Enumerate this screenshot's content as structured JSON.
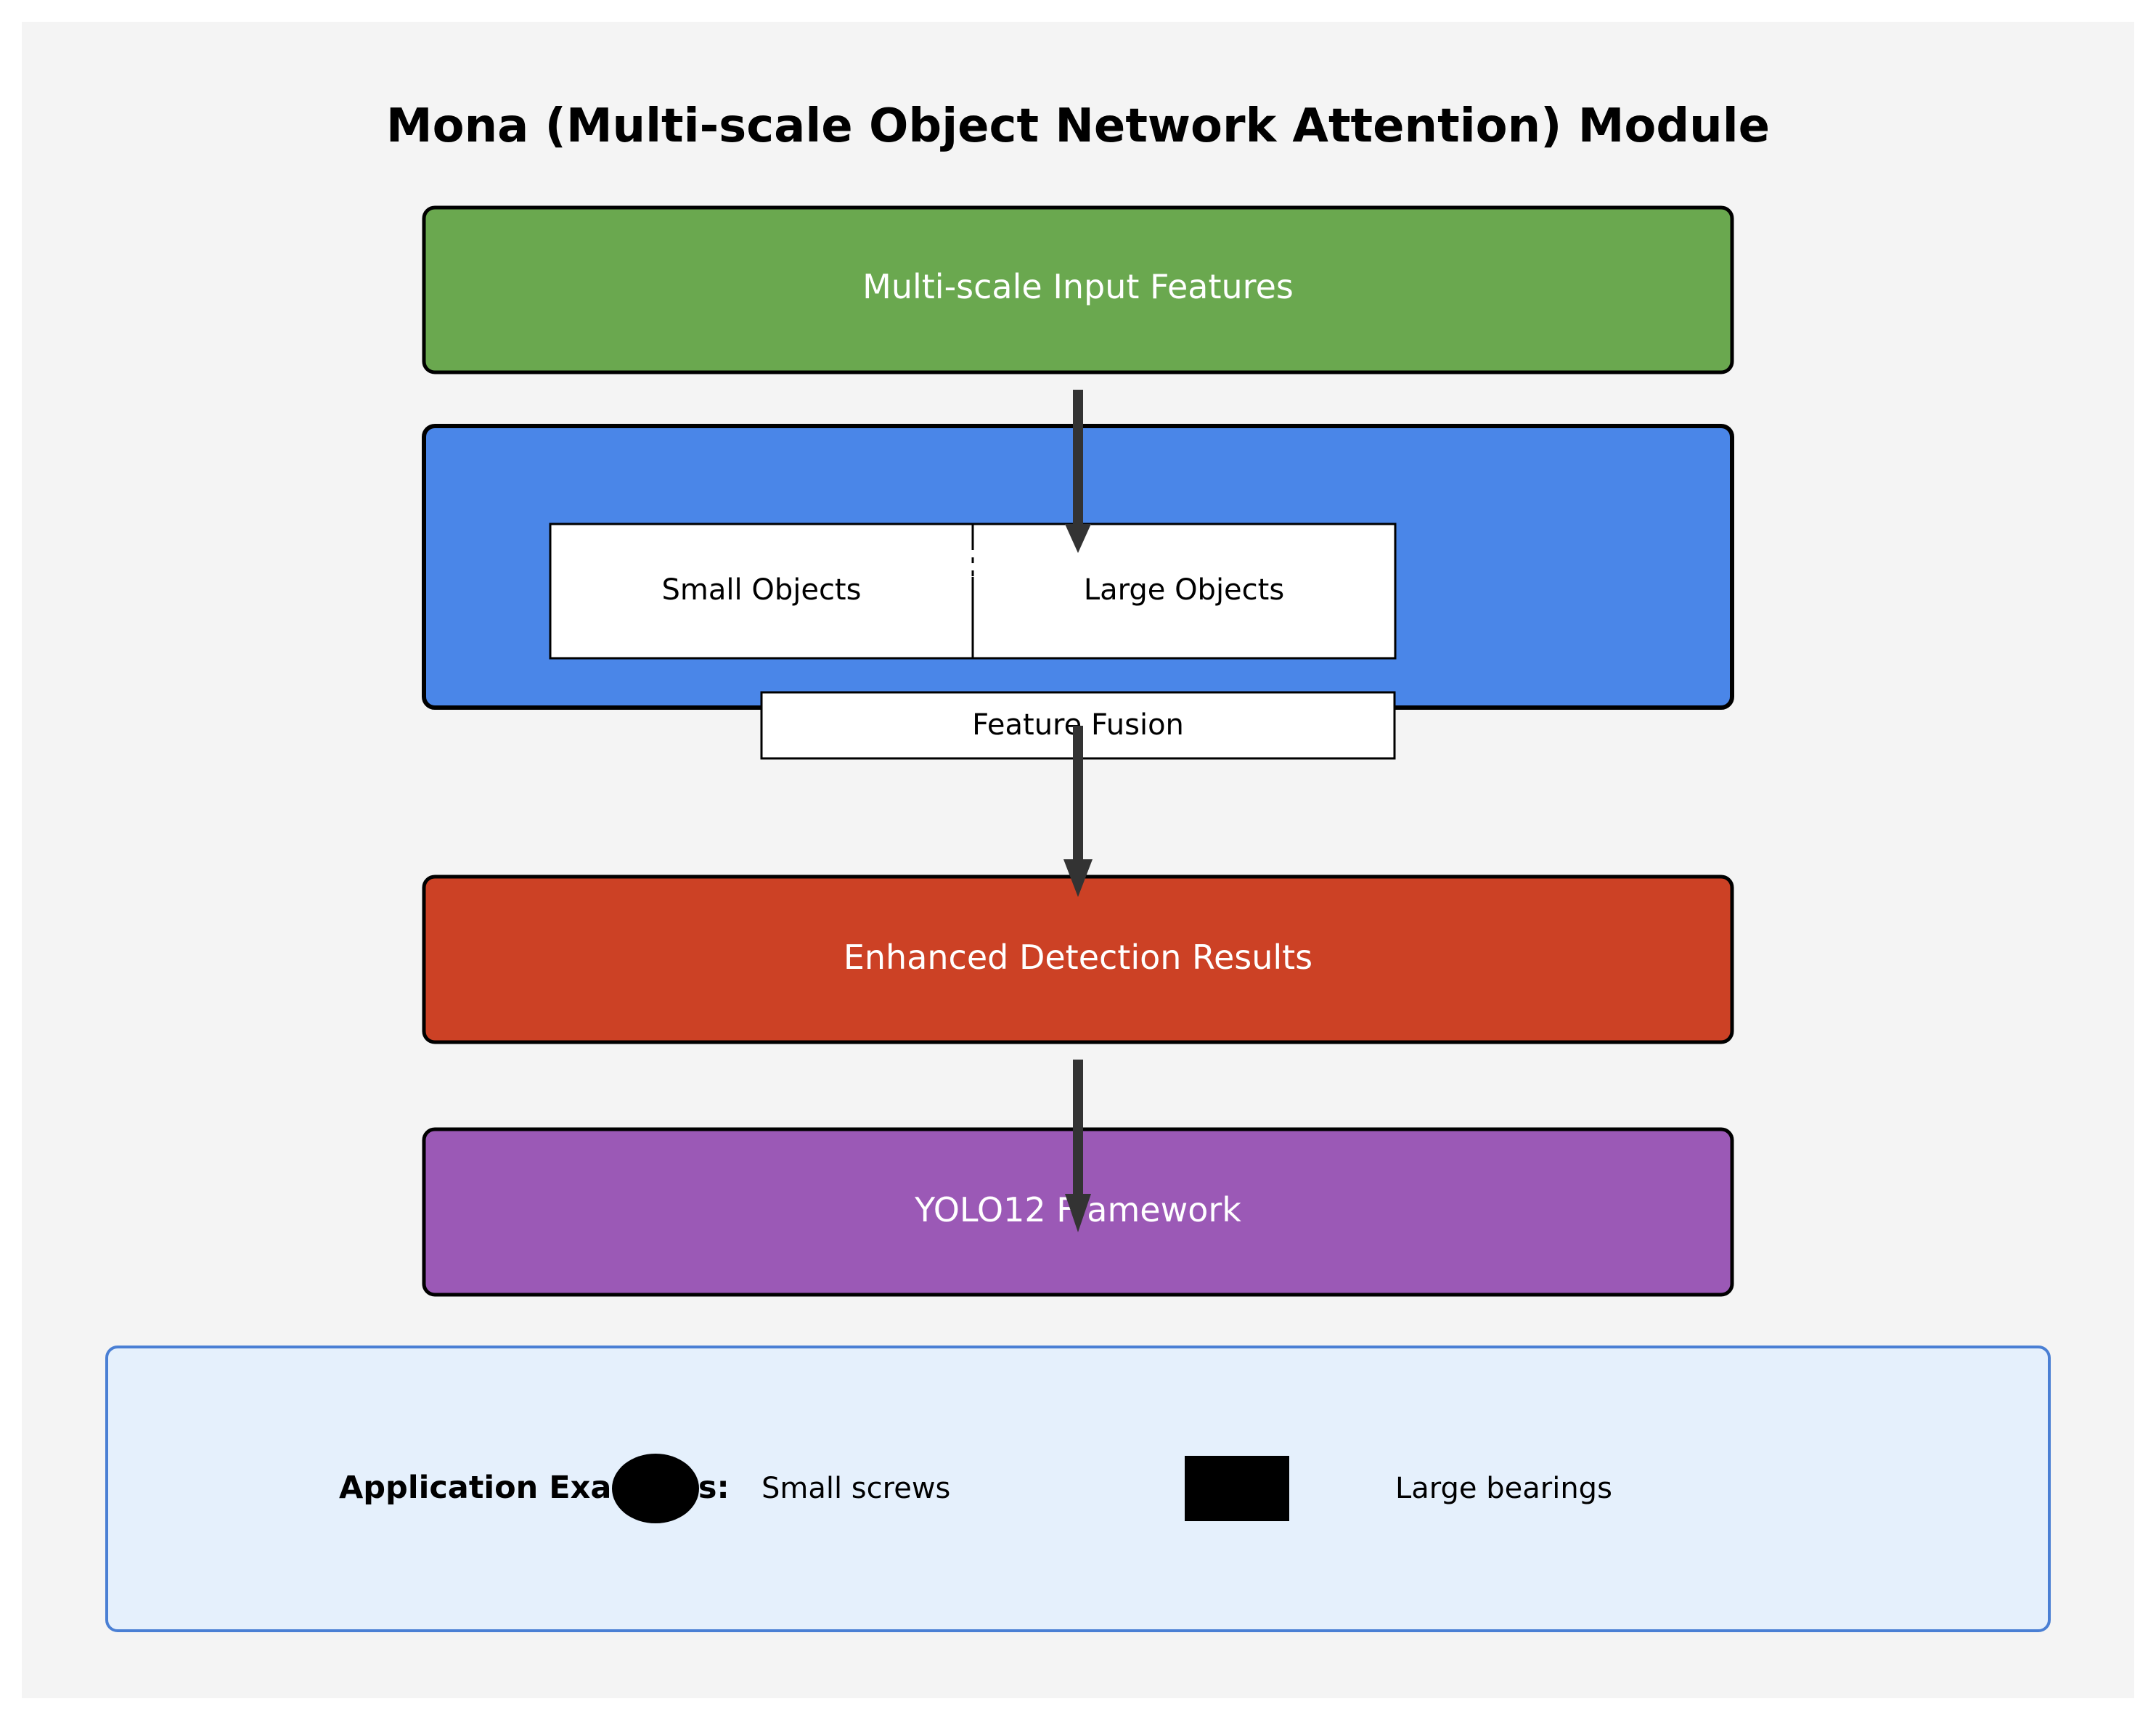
{
  "title": "Mona (Multi-scale Object Network Attention) Module",
  "nodes": {
    "input": {
      "label": "Multi-scale Input Features",
      "color": "#6aa84f"
    },
    "attention_block": {
      "color": "#4a86e8"
    },
    "small_objects": {
      "label": "Small Objects"
    },
    "large_objects": {
      "label": "Large Objects"
    },
    "feature_fusion": {
      "label": "Feature Fusion"
    },
    "output": {
      "label": "Enhanced Detection Results",
      "color": "#cc4125"
    },
    "framework": {
      "label": "YOLO12 Framework",
      "color": "#9b59b6"
    }
  },
  "applications": {
    "heading": "Application Examples:",
    "small_example": {
      "label": "Small screws",
      "icon": "circle-icon"
    },
    "large_example": {
      "label": "Large bearings",
      "icon": "square-icon"
    }
  },
  "colors": {
    "background_panel": "#f4f4f4",
    "arrow": "#333333",
    "application_panel": "#e5f0fc",
    "application_border": "#4a7fd4"
  }
}
